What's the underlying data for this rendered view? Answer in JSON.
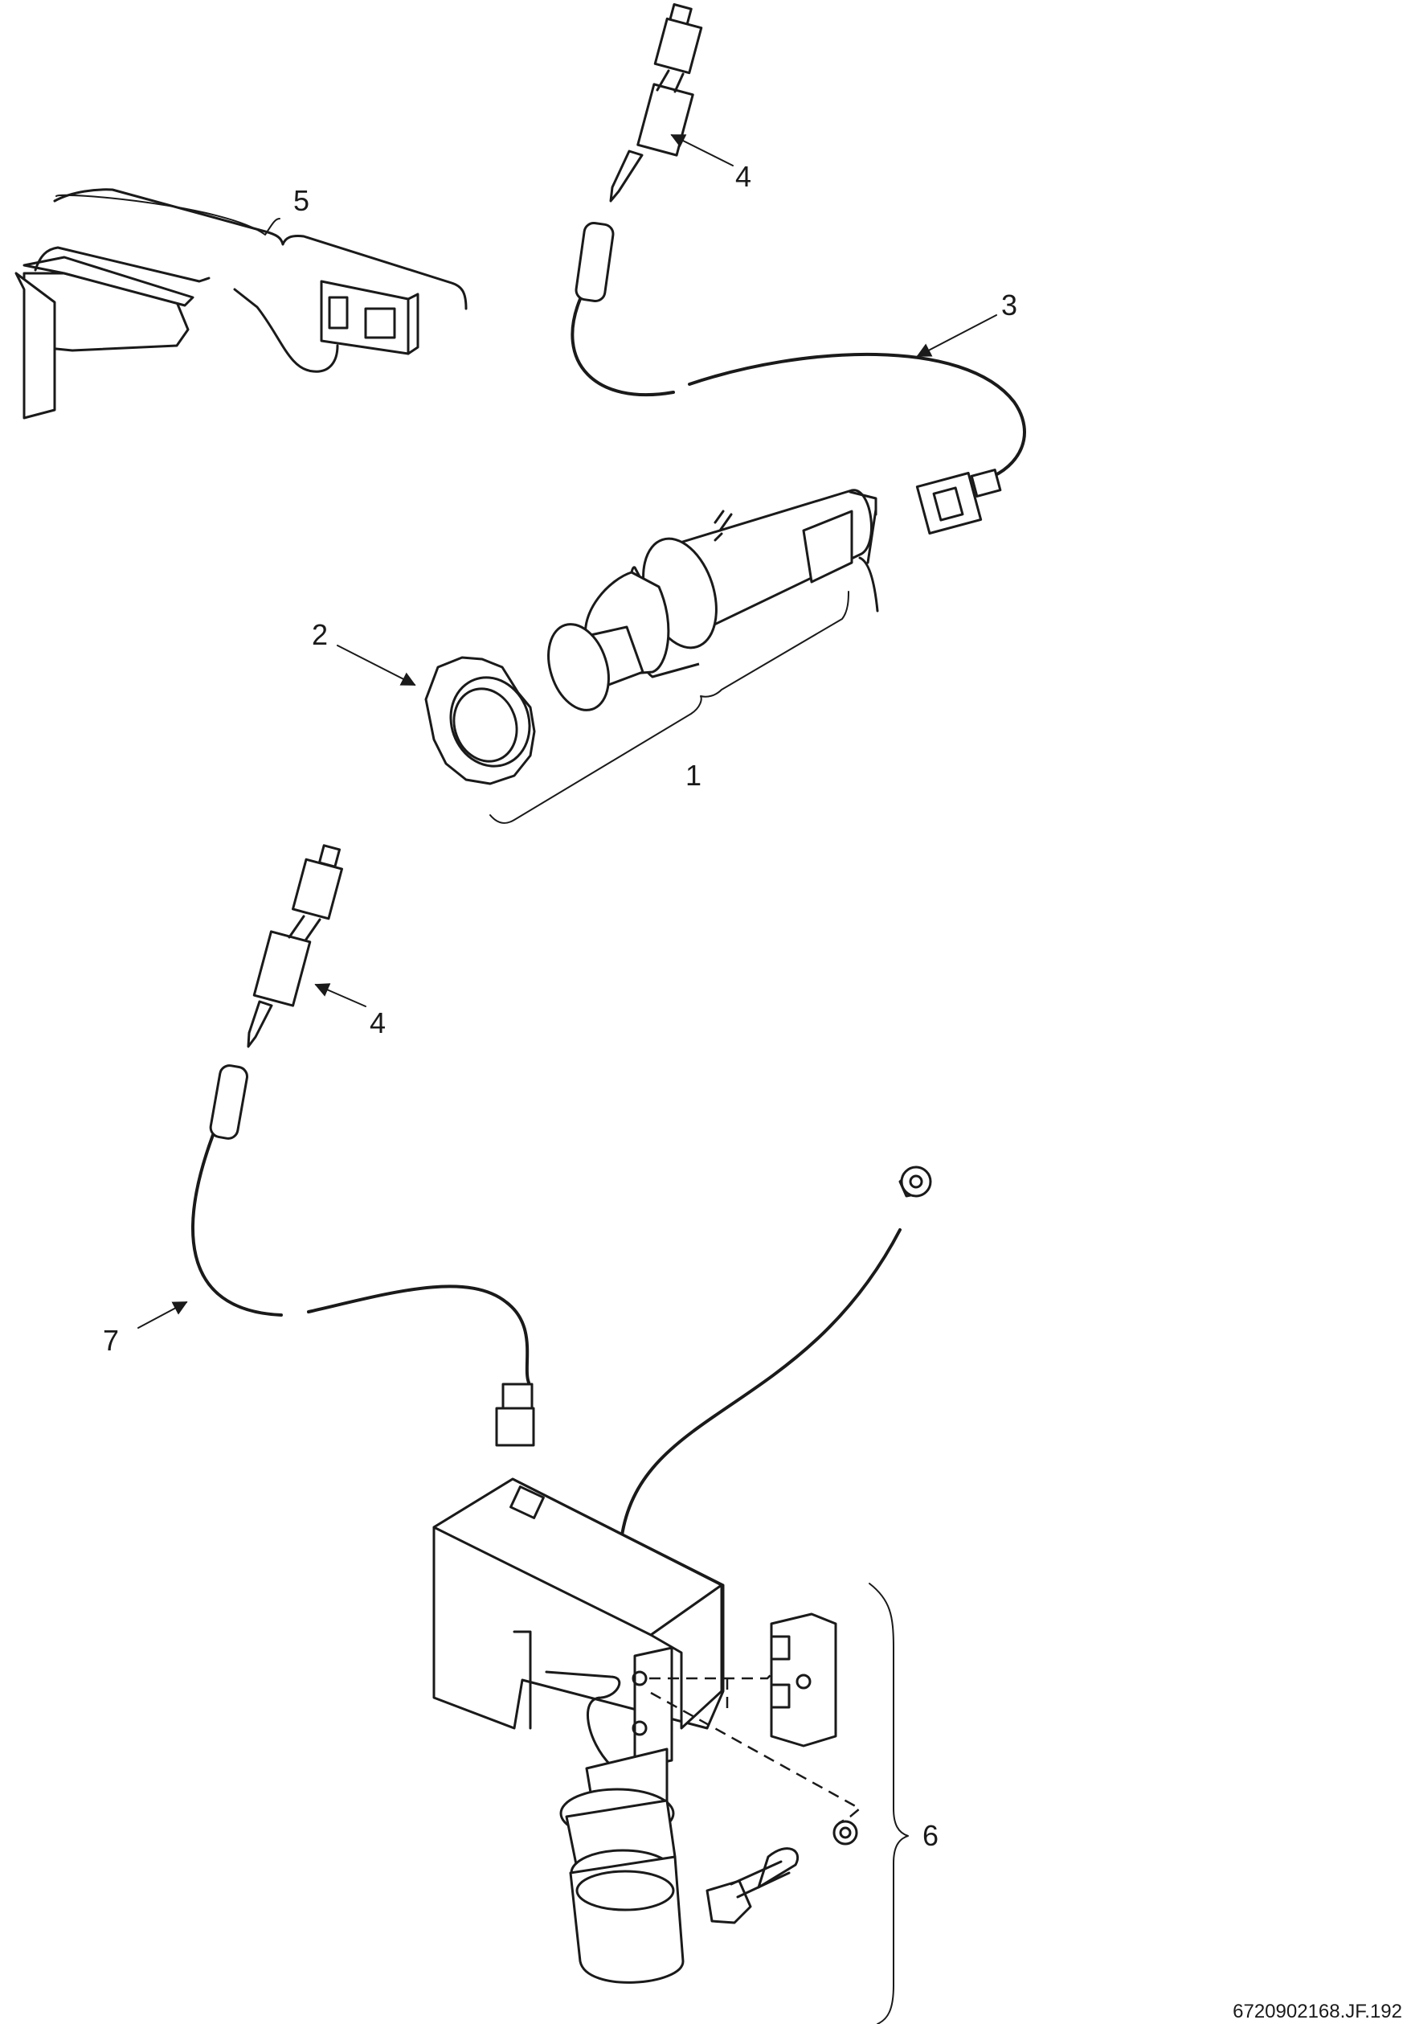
{
  "diagram": {
    "labels": {
      "part1": "1",
      "part2": "2",
      "part3": "3",
      "part4_top": "4",
      "part4_bottom": "4",
      "part5": "5",
      "part6": "6",
      "part7": "7"
    },
    "drawing_code": "6720902168.JF.192"
  }
}
